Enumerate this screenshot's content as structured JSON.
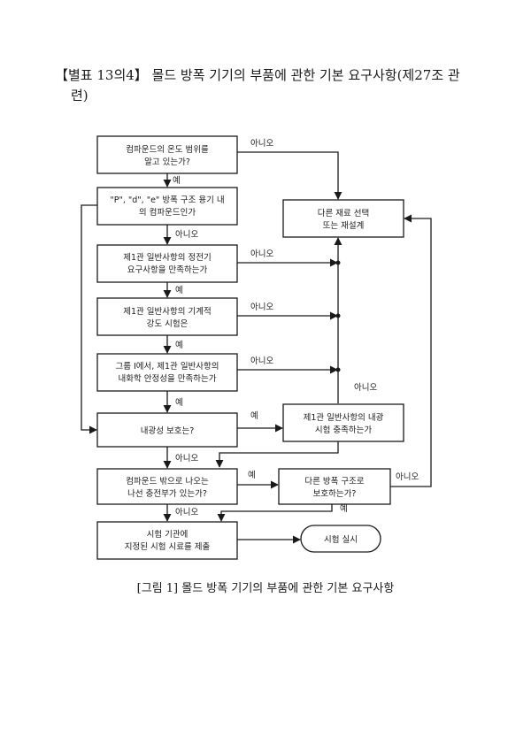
{
  "header": {
    "line1": "【별표 13의4】  몰드 방폭 기기의 부품에 관한 기본 요구사항(제27조 관",
    "line2": "련)"
  },
  "diagram": {
    "boxes": {
      "b1": [
        "컴파운드의 온도 범위를",
        "알고 있는가?"
      ],
      "b2": [
        "\"P\", \"d\", \"e\" 방폭 구조 용기 내",
        "의 컴파운드인가"
      ],
      "b3": [
        "제1관 일반사항의 정전기",
        "요구사항을 만족하는가"
      ],
      "b4": [
        "제1관 일반사항의 기계적",
        "강도 시험은"
      ],
      "b5": [
        "그룹 I에서, 제1관 일반사항의",
        "내화학 안정성을 만족하는가"
      ],
      "b6": [
        "내광성 보호는?"
      ],
      "b7": [
        "컴파운드 밖으로 나오는",
        "나선 충전부가 있는가?"
      ],
      "b8": [
        "시험 기관에",
        "지정된 시험 시료를 제출"
      ],
      "r1": [
        "다른 재료 선택",
        "또는 재설계"
      ],
      "r2": [
        "제1관 일반사항의 내광",
        "시험 충족하는가"
      ],
      "r3": [
        "다른 방폭 구조로",
        "보호하는가?"
      ],
      "r4": [
        "시험 실시"
      ]
    },
    "labels": {
      "no": "아니오",
      "yes": "예"
    }
  },
  "caption": "[그림 1] 몰드 방폭 기기의 부품에 관한 기본 요구사항"
}
